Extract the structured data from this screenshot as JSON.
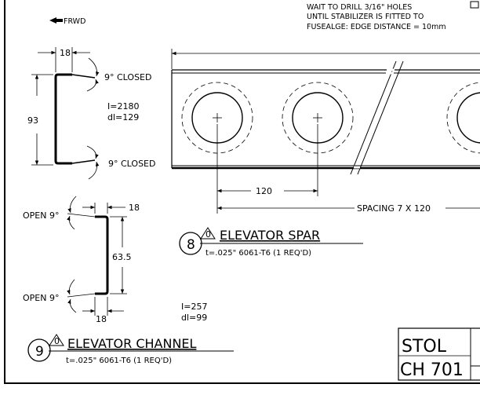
{
  "notes": {
    "forward_label": "FRWD",
    "drill_note": [
      "WAIT TO DRILL 3/16\" HOLES",
      "UNTIL STABILIZER IS FITTED TO",
      "FUSEALGE: EDGE DISTANCE = 10mm"
    ]
  },
  "spar_section": {
    "flange_width": "18",
    "height": "93",
    "closed_top": "9° CLOSED",
    "closed_bottom": "9° CLOSED",
    "inertia": "I=2180",
    "dl": "dl=129"
  },
  "spar_view": {
    "hole_spacing": "120",
    "spacing_label": "SPACING 7 X 120"
  },
  "part_8": {
    "number": "8",
    "revision": "0",
    "title": "ELEVATOR SPAR",
    "spec": "t=.025\" 6061-T6 (1 REQ'D)"
  },
  "channel_section": {
    "flange_top": "18",
    "flange_bottom": "18",
    "height": "63.5",
    "open_top": "OPEN 9°",
    "open_bottom": "OPEN 9°",
    "inertia": "I=257",
    "dl": "dl=99"
  },
  "part_9": {
    "number": "9",
    "revision": "0",
    "title": "ELEVATOR CHANNEL",
    "spec": "t=.025\" 6061-T6 (1 REQ'D)"
  },
  "title_block": {
    "line1": "STOL",
    "line2": "CH 701"
  }
}
